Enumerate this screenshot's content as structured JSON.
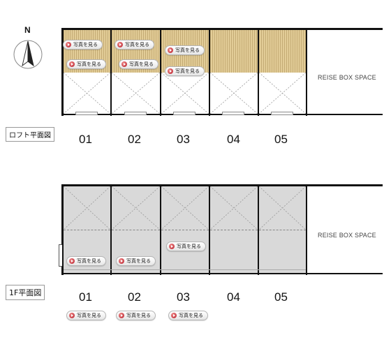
{
  "compass": {
    "label": "N",
    "icon": "north-arrow-icon"
  },
  "button_label": "写真を見る",
  "loft": {
    "label": "ロフト平面図",
    "units": [
      "01",
      "02",
      "03",
      "04",
      "05"
    ],
    "reise_label": "REISE BOX SPACE",
    "photo_buttons": [
      {
        "label": "写真を見る"
      },
      {
        "label": "写真を見る"
      },
      {
        "label": "写真を見る"
      },
      {
        "label": "写真を見る"
      },
      {
        "label": "写真を見る"
      },
      {
        "label": "写真を見る"
      }
    ]
  },
  "first_floor": {
    "label": "1F平面図",
    "units": [
      "01",
      "02",
      "03",
      "04",
      "05"
    ],
    "reise_label": "REISE BOX SPACE",
    "photo_buttons": [
      {
        "label": "写真を見る"
      },
      {
        "label": "写真を見る"
      },
      {
        "label": "写真を見る"
      }
    ],
    "bottom_buttons": [
      {
        "label": "写真を見る"
      },
      {
        "label": "写真を見る"
      },
      {
        "label": "写真を見る"
      }
    ]
  },
  "colors": {
    "loft_hatch": "#e2cc97",
    "first_floor_fill": "#d9d9d9",
    "wall": "#111111",
    "button_accent": "#b51d2a"
  }
}
